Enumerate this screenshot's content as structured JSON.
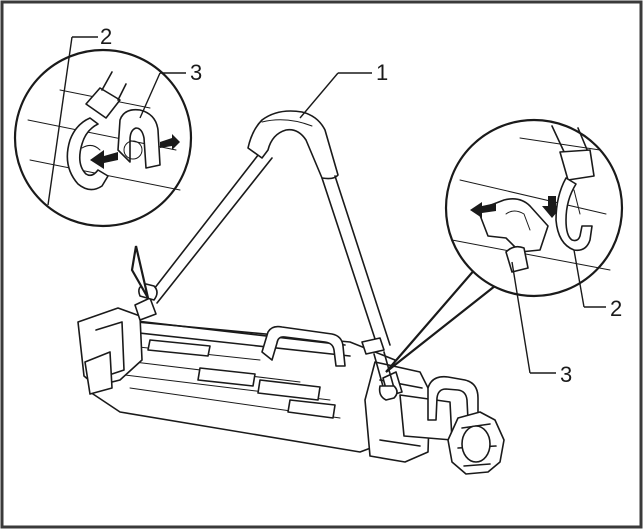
{
  "callouts": {
    "strap": "1",
    "hook_left": "2",
    "loop_left": "3",
    "hook_right": "2",
    "loop_right": "3"
  }
}
